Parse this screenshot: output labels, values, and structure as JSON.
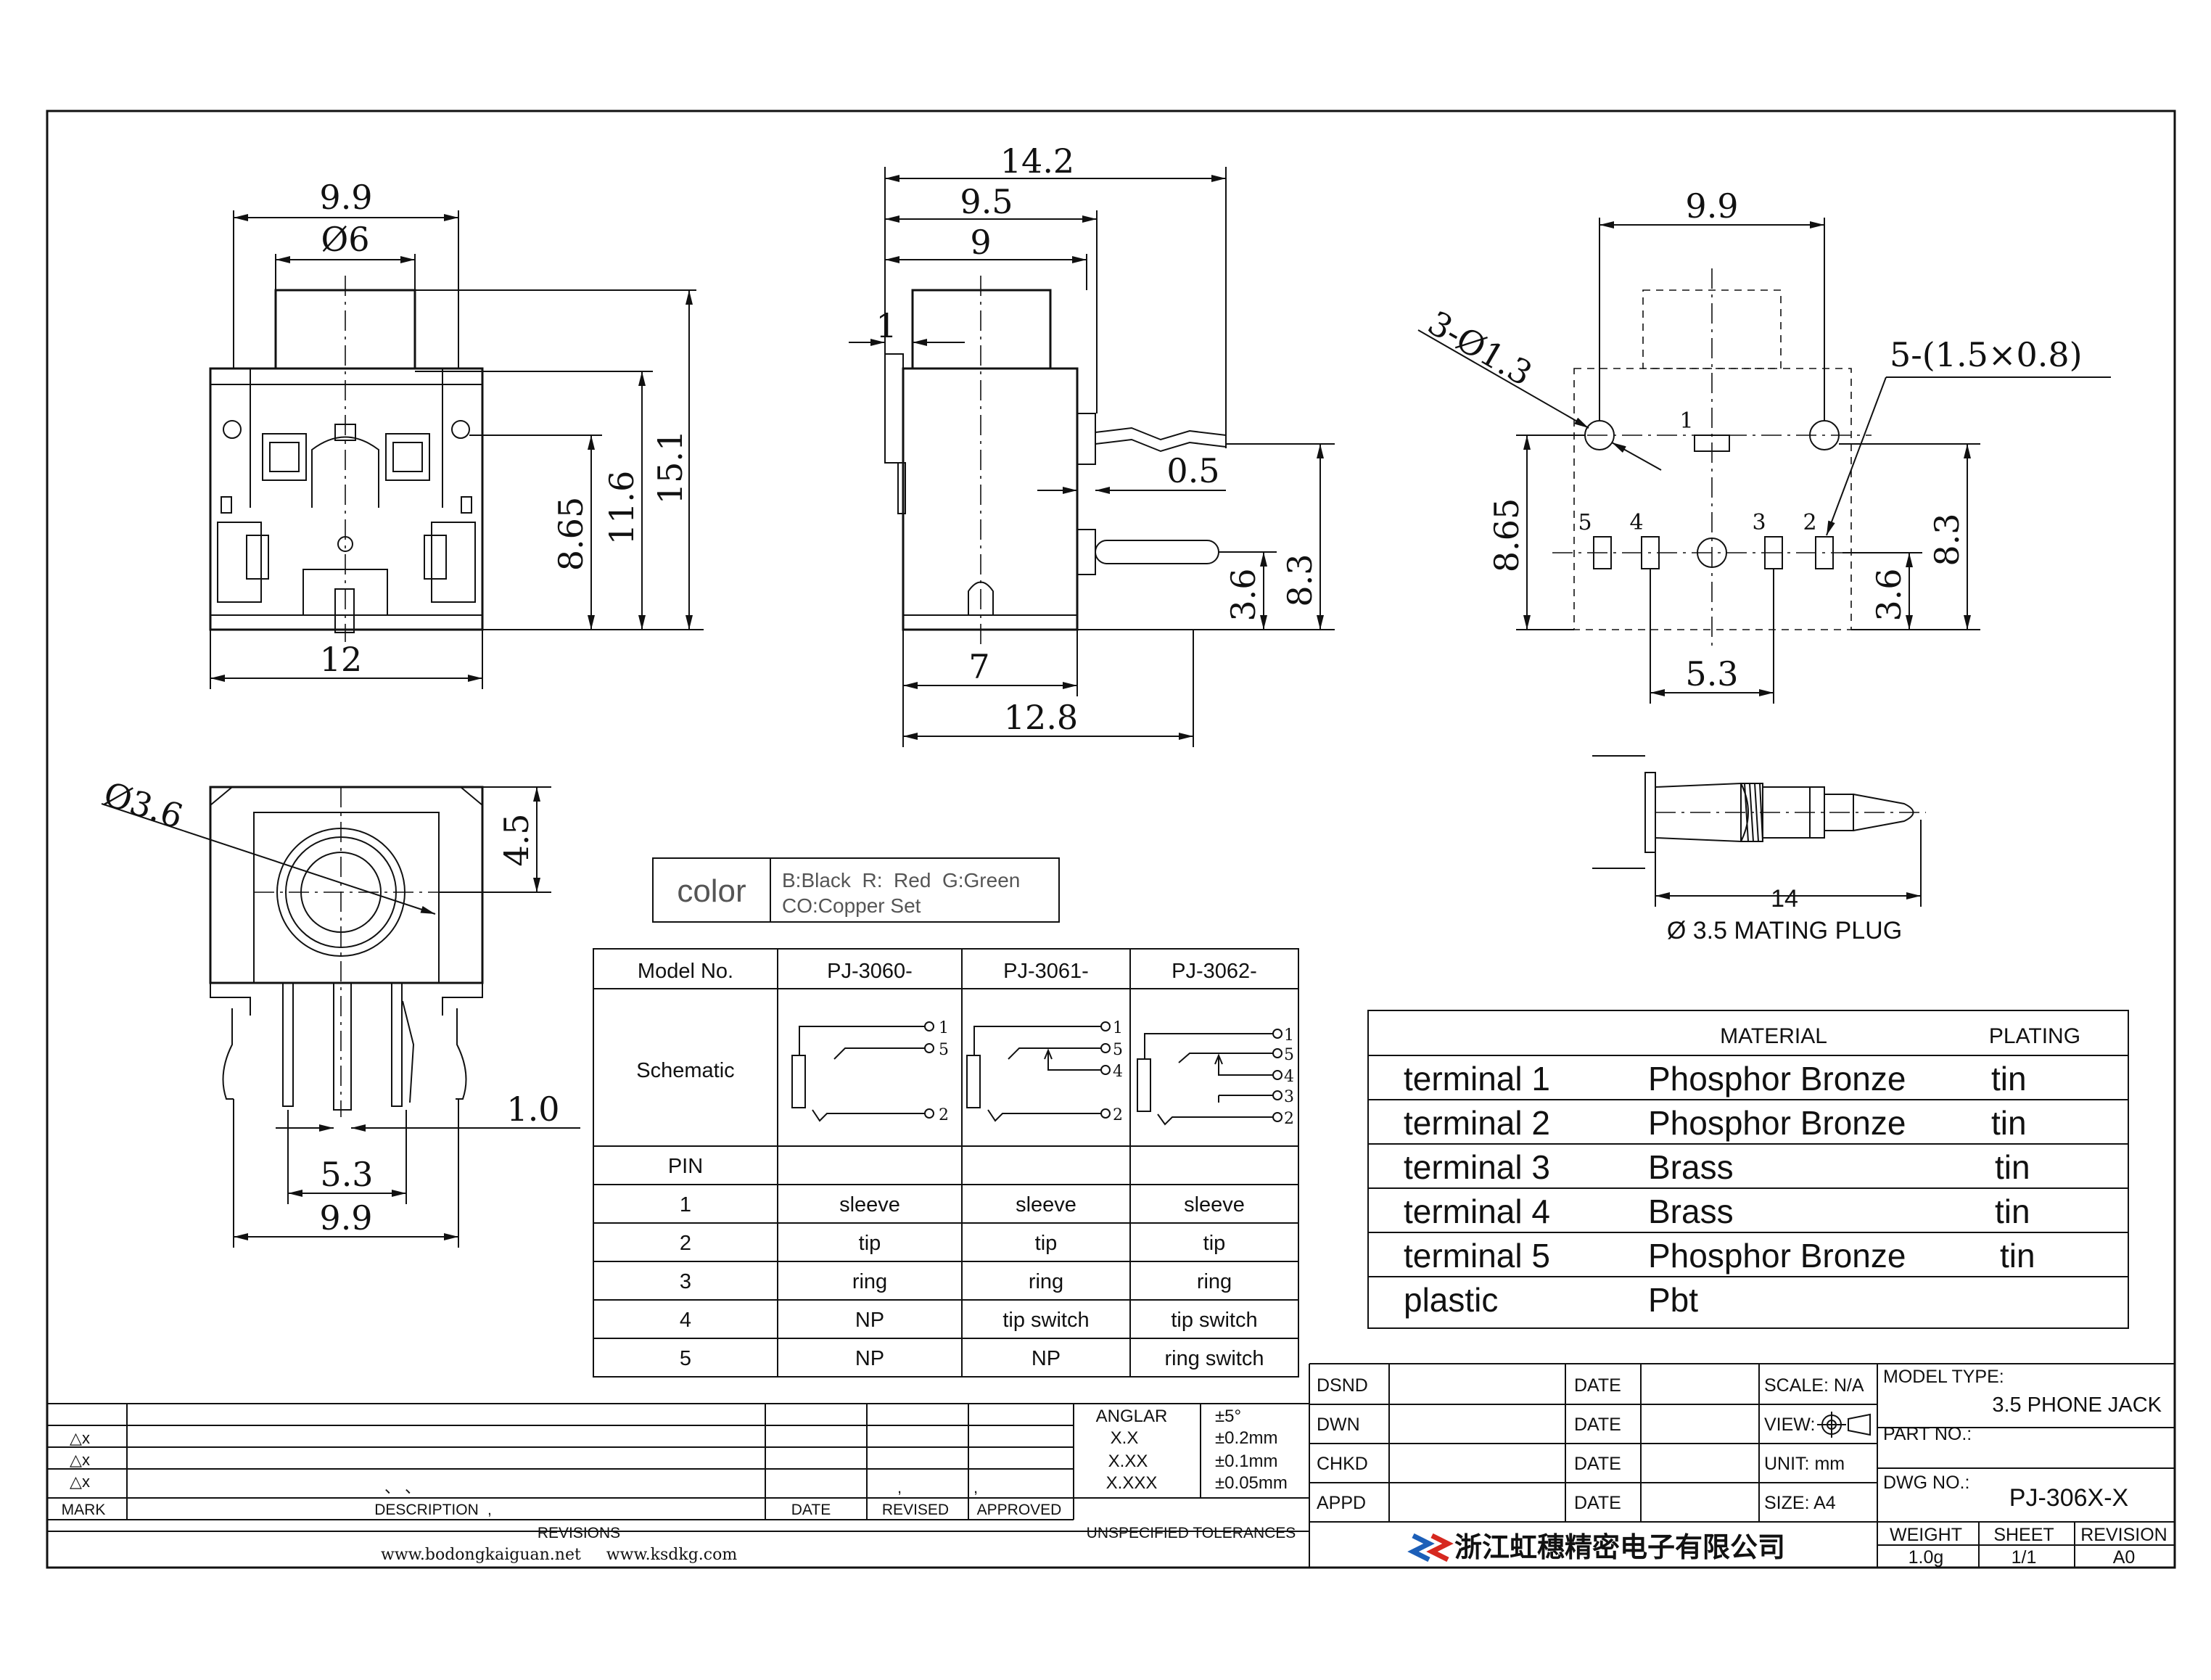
{
  "dimensions": {
    "front_width_top": "9.9",
    "front_phi": "Ø6",
    "front_h1": "8.65",
    "front_h2": "11.6",
    "front_h3": "15.1",
    "front_width_bottom": "12",
    "side_w1": "14.2",
    "side_w2": "9.5",
    "side_w3": "9",
    "side_t": "1",
    "side_pin": "0.5",
    "side_h1": "3.6",
    "side_h2": "8.3",
    "side_b1": "7",
    "side_b2": "12.8",
    "top_width": "9.9",
    "top_holes": "3-Ø1.3",
    "top_slots": "5-(1.5×0.8)",
    "top_h_left": "8.65",
    "top_h_r1": "8.3",
    "top_h_r2": "3.6",
    "top_pitch": "5.3",
    "bottom_dia": "Ø3.6",
    "bottom_h": "4.5",
    "bottom_pin": "1.0",
    "bottom_w1": "5.3",
    "bottom_w2": "9.9"
  },
  "top_pins": [
    "1",
    "5",
    "4",
    "3",
    "2"
  ],
  "plug": {
    "length": "14",
    "caption": "Ø 3.5 MATING PLUG"
  },
  "color_box": {
    "label": "color",
    "line1": "B:Black  R:  Red  G:Green",
    "line2": "CO:Copper Set"
  },
  "pin_table": {
    "model_label": "Model No.",
    "models": [
      "PJ-3060-",
      "PJ-3061-",
      "PJ-3062-"
    ],
    "schematic_label": "Schematic",
    "sch_pins": {
      "a": [
        "1",
        "5",
        "2"
      ],
      "b": [
        "1",
        "5",
        "4",
        "2"
      ],
      "c": [
        "1",
        "5",
        "4",
        "3",
        "2"
      ]
    },
    "pin_label": "PIN",
    "rows": [
      {
        "pin": "1",
        "cells": [
          "sleeve",
          "sleeve",
          "sleeve"
        ]
      },
      {
        "pin": "2",
        "cells": [
          "tip",
          "tip",
          "tip"
        ]
      },
      {
        "pin": "3",
        "cells": [
          "ring",
          "ring",
          "ring"
        ]
      },
      {
        "pin": "4",
        "cells": [
          "NP",
          "tip switch",
          "tip switch"
        ]
      },
      {
        "pin": "5",
        "cells": [
          "NP",
          "NP",
          "ring switch"
        ]
      }
    ]
  },
  "material_table": {
    "headers": [
      "MATERIAL",
      "PLATING"
    ],
    "rows": [
      {
        "part": "terminal 1",
        "material": "Phosphor Bronze",
        "plating": "tin"
      },
      {
        "part": "terminal 2",
        "material": "Phosphor Bronze",
        "plating": "tin"
      },
      {
        "part": "terminal 3",
        "material": "Brass",
        "plating": "tin"
      },
      {
        "part": "terminal 4",
        "material": "Brass",
        "plating": "tin"
      },
      {
        "part": "terminal 5",
        "material": "Phosphor Bronze",
        "plating": "tin"
      },
      {
        "part": "plastic",
        "material": "Pbt",
        "plating": ""
      }
    ]
  },
  "revisions": {
    "rows": [
      "△x",
      "△x",
      "△x"
    ],
    "dots": [
      "、 、",
      ",",
      ","
    ],
    "mark": "MARK",
    "description": "DESCRIPTION",
    "desc_comma": ",",
    "date": "DATE",
    "revised": "REVISED",
    "approved": "APPROVED",
    "title": "REVISIONS"
  },
  "tolerances": {
    "rows": [
      {
        "label": "ANGLAR",
        "value": "±5°"
      },
      {
        "label": "X.X",
        "value": "±0.2mm"
      },
      {
        "label": "X.XX",
        "value": "±0.1mm"
      },
      {
        "label": "X.XXX",
        "value": "±0.05mm"
      }
    ],
    "title": "UNSPECIFIED TOLERANCES"
  },
  "websites": "www.bodongkaiguan.net     www.ksdkg.com",
  "signoff": {
    "rows": [
      {
        "label": "DSND",
        "date": "DATE",
        "info": "SCALE: N/A"
      },
      {
        "label": "DWN",
        "date": "DATE",
        "info": "VIEW:"
      },
      {
        "label": "CHKD",
        "date": "DATE",
        "info": "UNIT: mm"
      },
      {
        "label": "APPD",
        "date": "DATE",
        "info": "SIZE: A4"
      }
    ]
  },
  "company": "浙江虹穗精密电子有限公司",
  "title_block": {
    "model_type_label": "MODEL TYPE:",
    "model_type": "3.5 PHONE JACK",
    "part_no_label": "PART NO.:",
    "dwg_no_label": "DWG NO.:",
    "dwg_no": "PJ-306X-X",
    "weight_label": "WEIGHT",
    "weight": "1.0g",
    "sheet_label": "SHEET",
    "sheet": "1/1",
    "revision_label": "REVISION",
    "revision": "A0"
  },
  "colors": {
    "line": "#111111",
    "logo_blue": "#1c5fb8",
    "logo_red": "#d6281f"
  }
}
